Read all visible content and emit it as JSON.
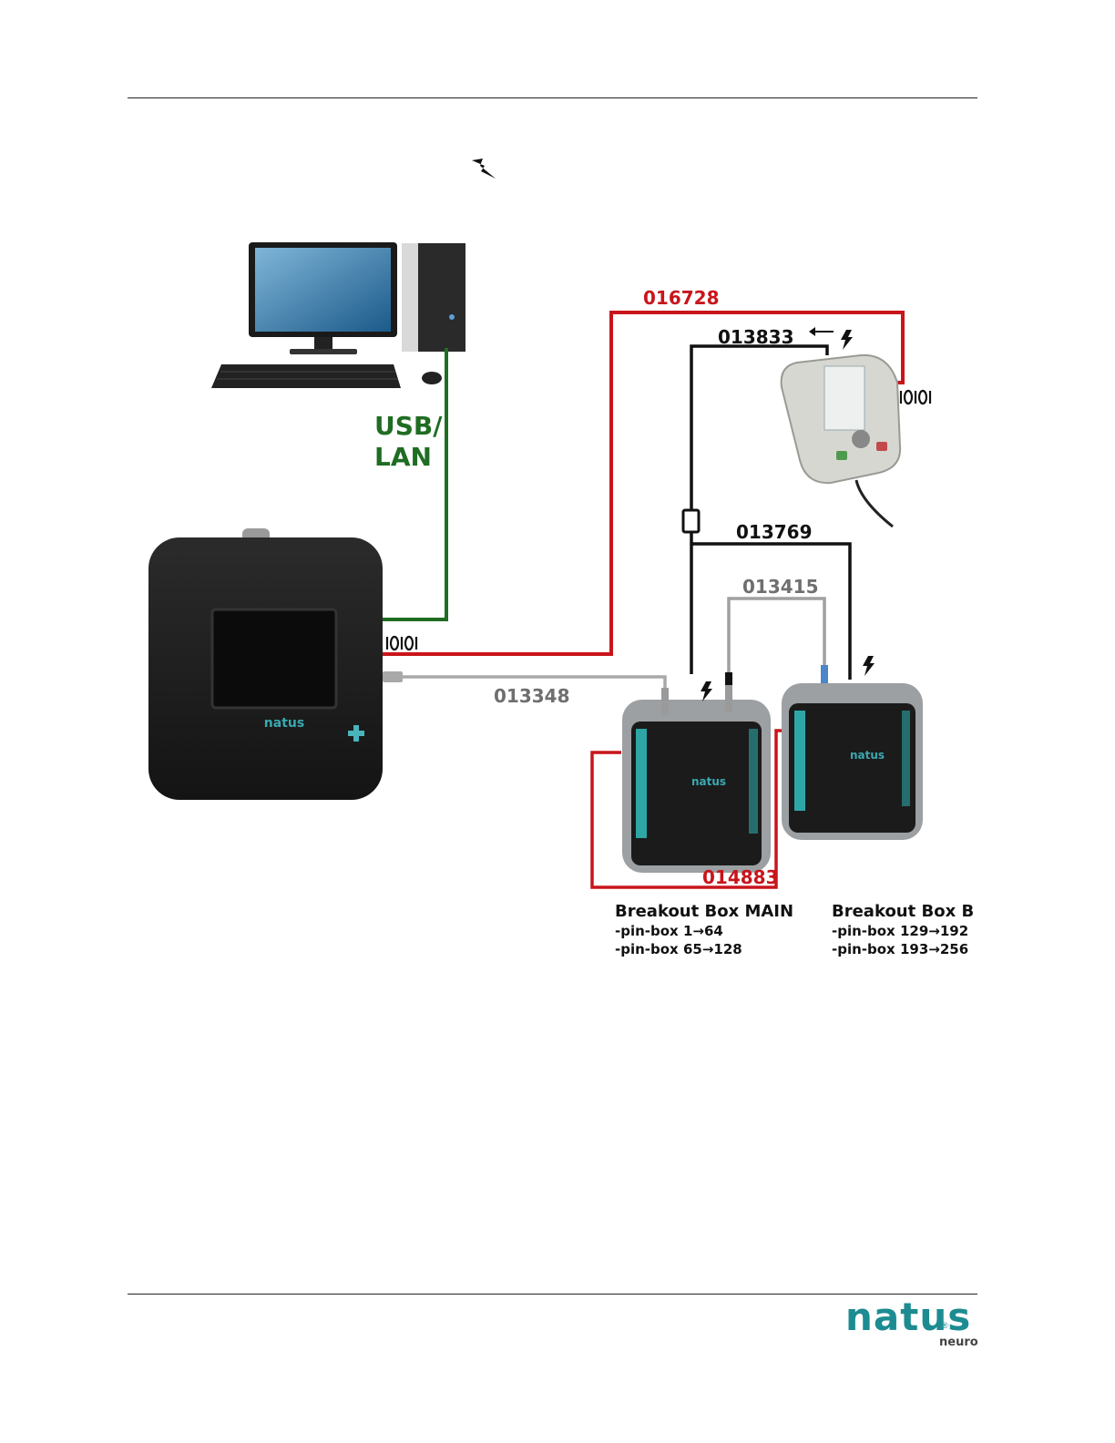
{
  "cables": {
    "c016728": "016728",
    "c013833": "013833",
    "c013769": "013769",
    "c013415": "013415",
    "c013348": "013348",
    "c014883": "014883"
  },
  "connection": {
    "usb_line1": "USB/",
    "usb_line2": "LAN"
  },
  "boxes": {
    "main": {
      "title": "Breakout Box MAIN",
      "line1": "-pin-box 1→64",
      "line2": "-pin-box 65→128"
    },
    "b": {
      "title": "Breakout Box B",
      "line1": "-pin-box 129→192",
      "line2": "-pin-box 193→256"
    }
  },
  "device_brand": "natus",
  "logo": {
    "brand": "natus",
    "registered": "®",
    "sub": "neuro"
  },
  "colors": {
    "red": "#c8151b",
    "green": "#1f6d22",
    "black": "#111111",
    "grey": "#9a9a9a",
    "brand_teal": "#1d8c92"
  },
  "icons": [
    "lightning-icon",
    "binary-data-icon",
    "arrow-left-icon"
  ]
}
